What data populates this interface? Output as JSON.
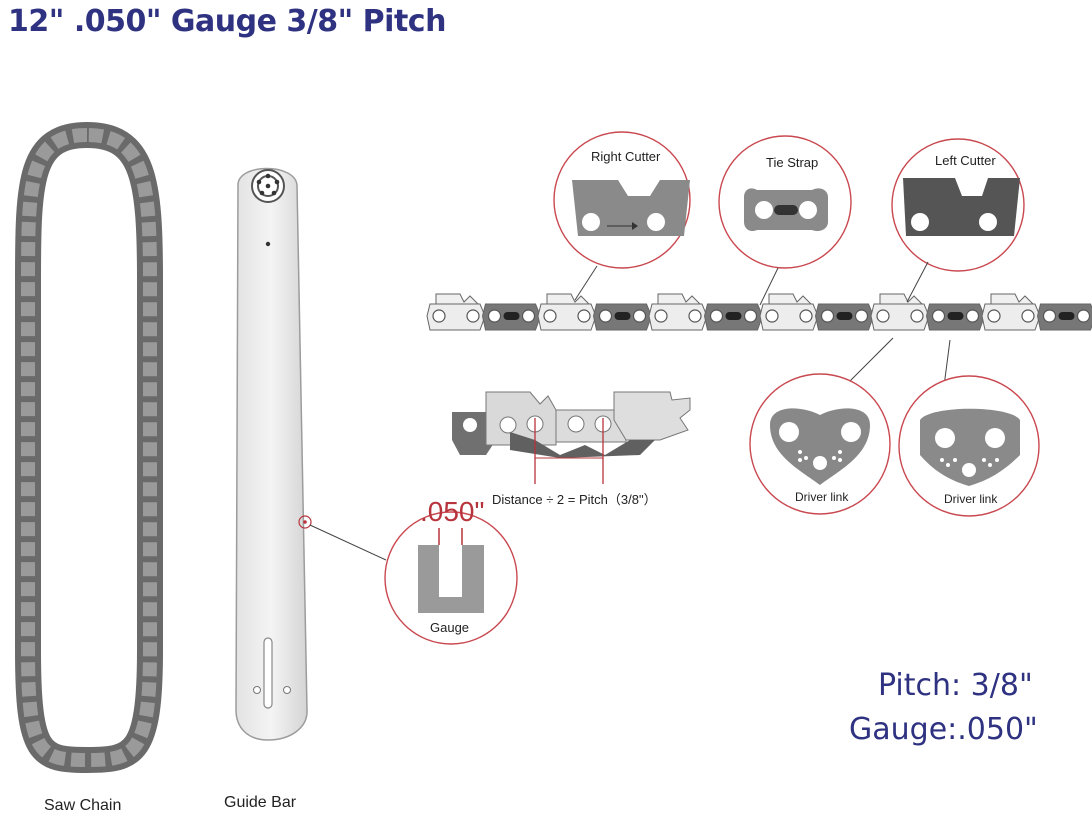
{
  "title": "12\" .050\" Gauge  3/8\" Pitch",
  "callouts": {
    "right_cutter": "Right Cutter",
    "tie_strap": "Tie Strap",
    "left_cutter": "Left Cutter",
    "driver_link_1": "Driver link",
    "driver_link_2": "Driver link",
    "gauge_label": "Gauge",
    "gauge_value": ".050\""
  },
  "pitch_formula": "Distance ÷ 2 = Pitch（3/8\"）",
  "captions": {
    "saw_chain": "Saw Chain",
    "guide_bar": "Guide Bar"
  },
  "specs": {
    "pitch": "Pitch: 3/8\"",
    "gauge": "Gauge:.050\""
  },
  "colors": {
    "title": "#2e3281",
    "accent_red": "#b8343c",
    "steel_dark": "#5a5a5a",
    "steel_mid": "#8f8f8f",
    "steel_light": "#d9d9d9"
  }
}
